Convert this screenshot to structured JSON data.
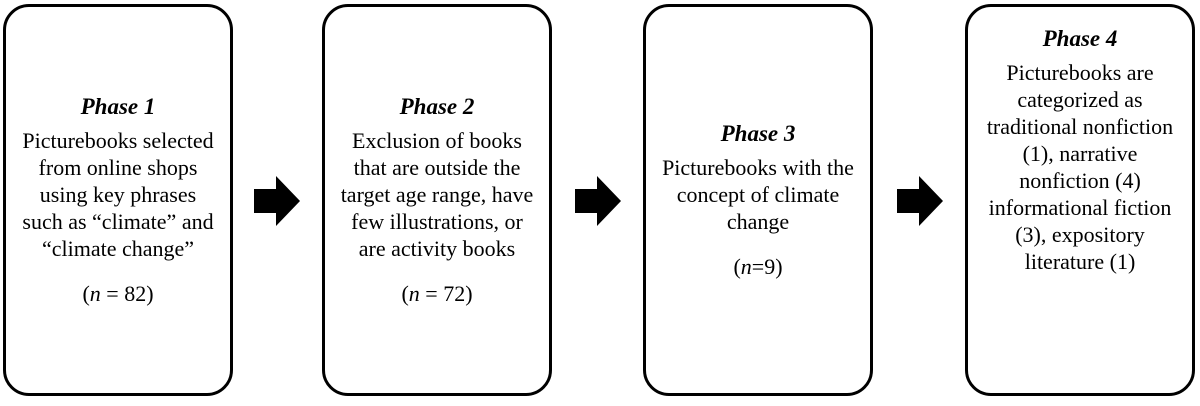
{
  "phases": [
    {
      "title": "Phase 1",
      "description": "Picturebooks selected from online shops using key phrases such as “climate” and “climate change”",
      "count_symbol": "n",
      "count_value": " = 82"
    },
    {
      "title": "Phase 2",
      "description": "Exclusion of books that are outside the target age range, have few illustrations, or are activity books",
      "count_symbol": "n",
      "count_value": " = 72"
    },
    {
      "title": "Phase 3",
      "description": "Picturebooks with the concept of climate change",
      "count_symbol": "n",
      "count_value": "=9"
    },
    {
      "title": "Phase 4",
      "description": "Picturebooks are categorized as traditional nonfiction (1), narrative nonfiction (4) informational fiction (3), expository literature (1)"
    }
  ],
  "connectors": [
    {
      "icon": "right-arrow-icon",
      "color": "#000000"
    },
    {
      "icon": "right-arrow-icon",
      "color": "#000000"
    },
    {
      "icon": "right-arrow-icon",
      "color": "#000000"
    }
  ]
}
